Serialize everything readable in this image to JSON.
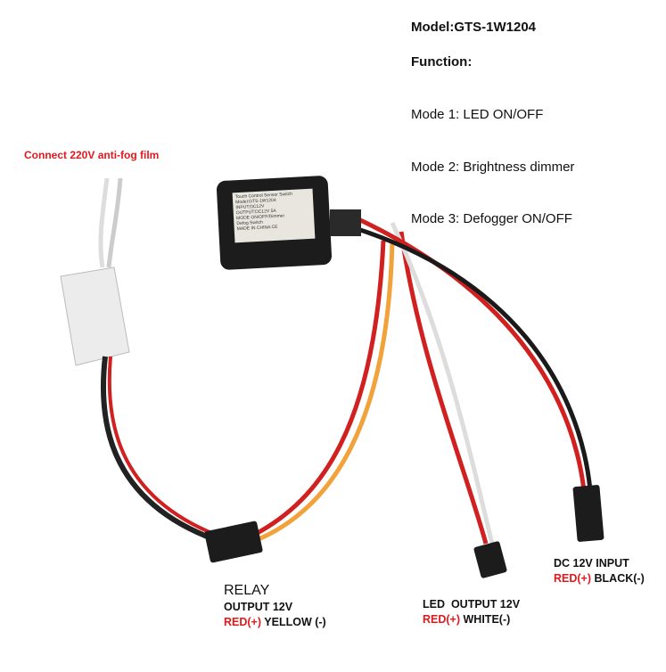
{
  "header": {
    "model": "Model:GTS-1W1204",
    "function_title": "Function:",
    "modes": [
      "Mode 1: LED ON/OFF",
      "Mode 2: Brightness dimmer",
      "Mode 3: Defogger ON/OFF"
    ]
  },
  "annotations": {
    "antifog": "Connect 220V anti-fog film",
    "relay": {
      "title": "RELAY",
      "line1": "OUTPUT 12V",
      "red": "RED(+)",
      "neg": " YELLOW (-)"
    },
    "led": {
      "line1": "LED  OUTPUT 12V",
      "red": "RED(+)",
      "neg": " WHITE(-)"
    },
    "dc": {
      "line1": "DC 12V INPUT",
      "red": "RED(+)",
      "neg": " BLACK(-)"
    }
  },
  "device_label": [
    "Touch Control Sensor Switch",
    "Model:GTS-1W1204",
    "INPUT:DC12V",
    "OUTPUT:DC12V  5A",
    "MODE  ON/OFF/Dimmer",
    "Defog Switch",
    "MADE IN CHINA  CE"
  ],
  "colors": {
    "accent_red": "#e0191c",
    "device": "#1c1c1c"
  }
}
